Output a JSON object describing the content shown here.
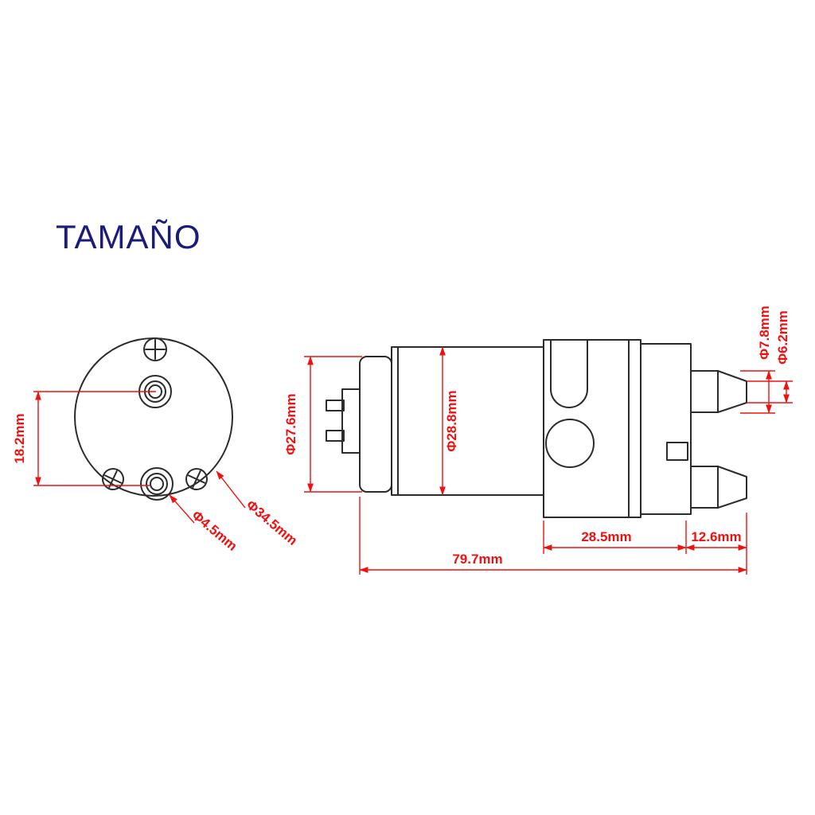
{
  "title": "TAMAÑO",
  "colors": {
    "dimension_red": "#f01010",
    "outline_black": "#2b2b2b",
    "title_navy": "#1b1b7a",
    "background": "#ffffff"
  },
  "end_view": {
    "dims": {
      "hole_spacing": "18.2mm",
      "mount_hole_diameter": "Φ4.5mm",
      "outer_diameter": "Φ34.5mm"
    }
  },
  "side_view": {
    "dims": {
      "motor_diameter": "Φ27.6mm",
      "pump_body_diameter": "Φ28.8mm",
      "nozzle_outer_diameter": "Φ7.8mm",
      "nozzle_inner_diameter": "Φ6.2mm",
      "pump_head_length": "28.5mm",
      "nozzle_length": "12.6mm",
      "overall_length": "79.7mm"
    }
  }
}
